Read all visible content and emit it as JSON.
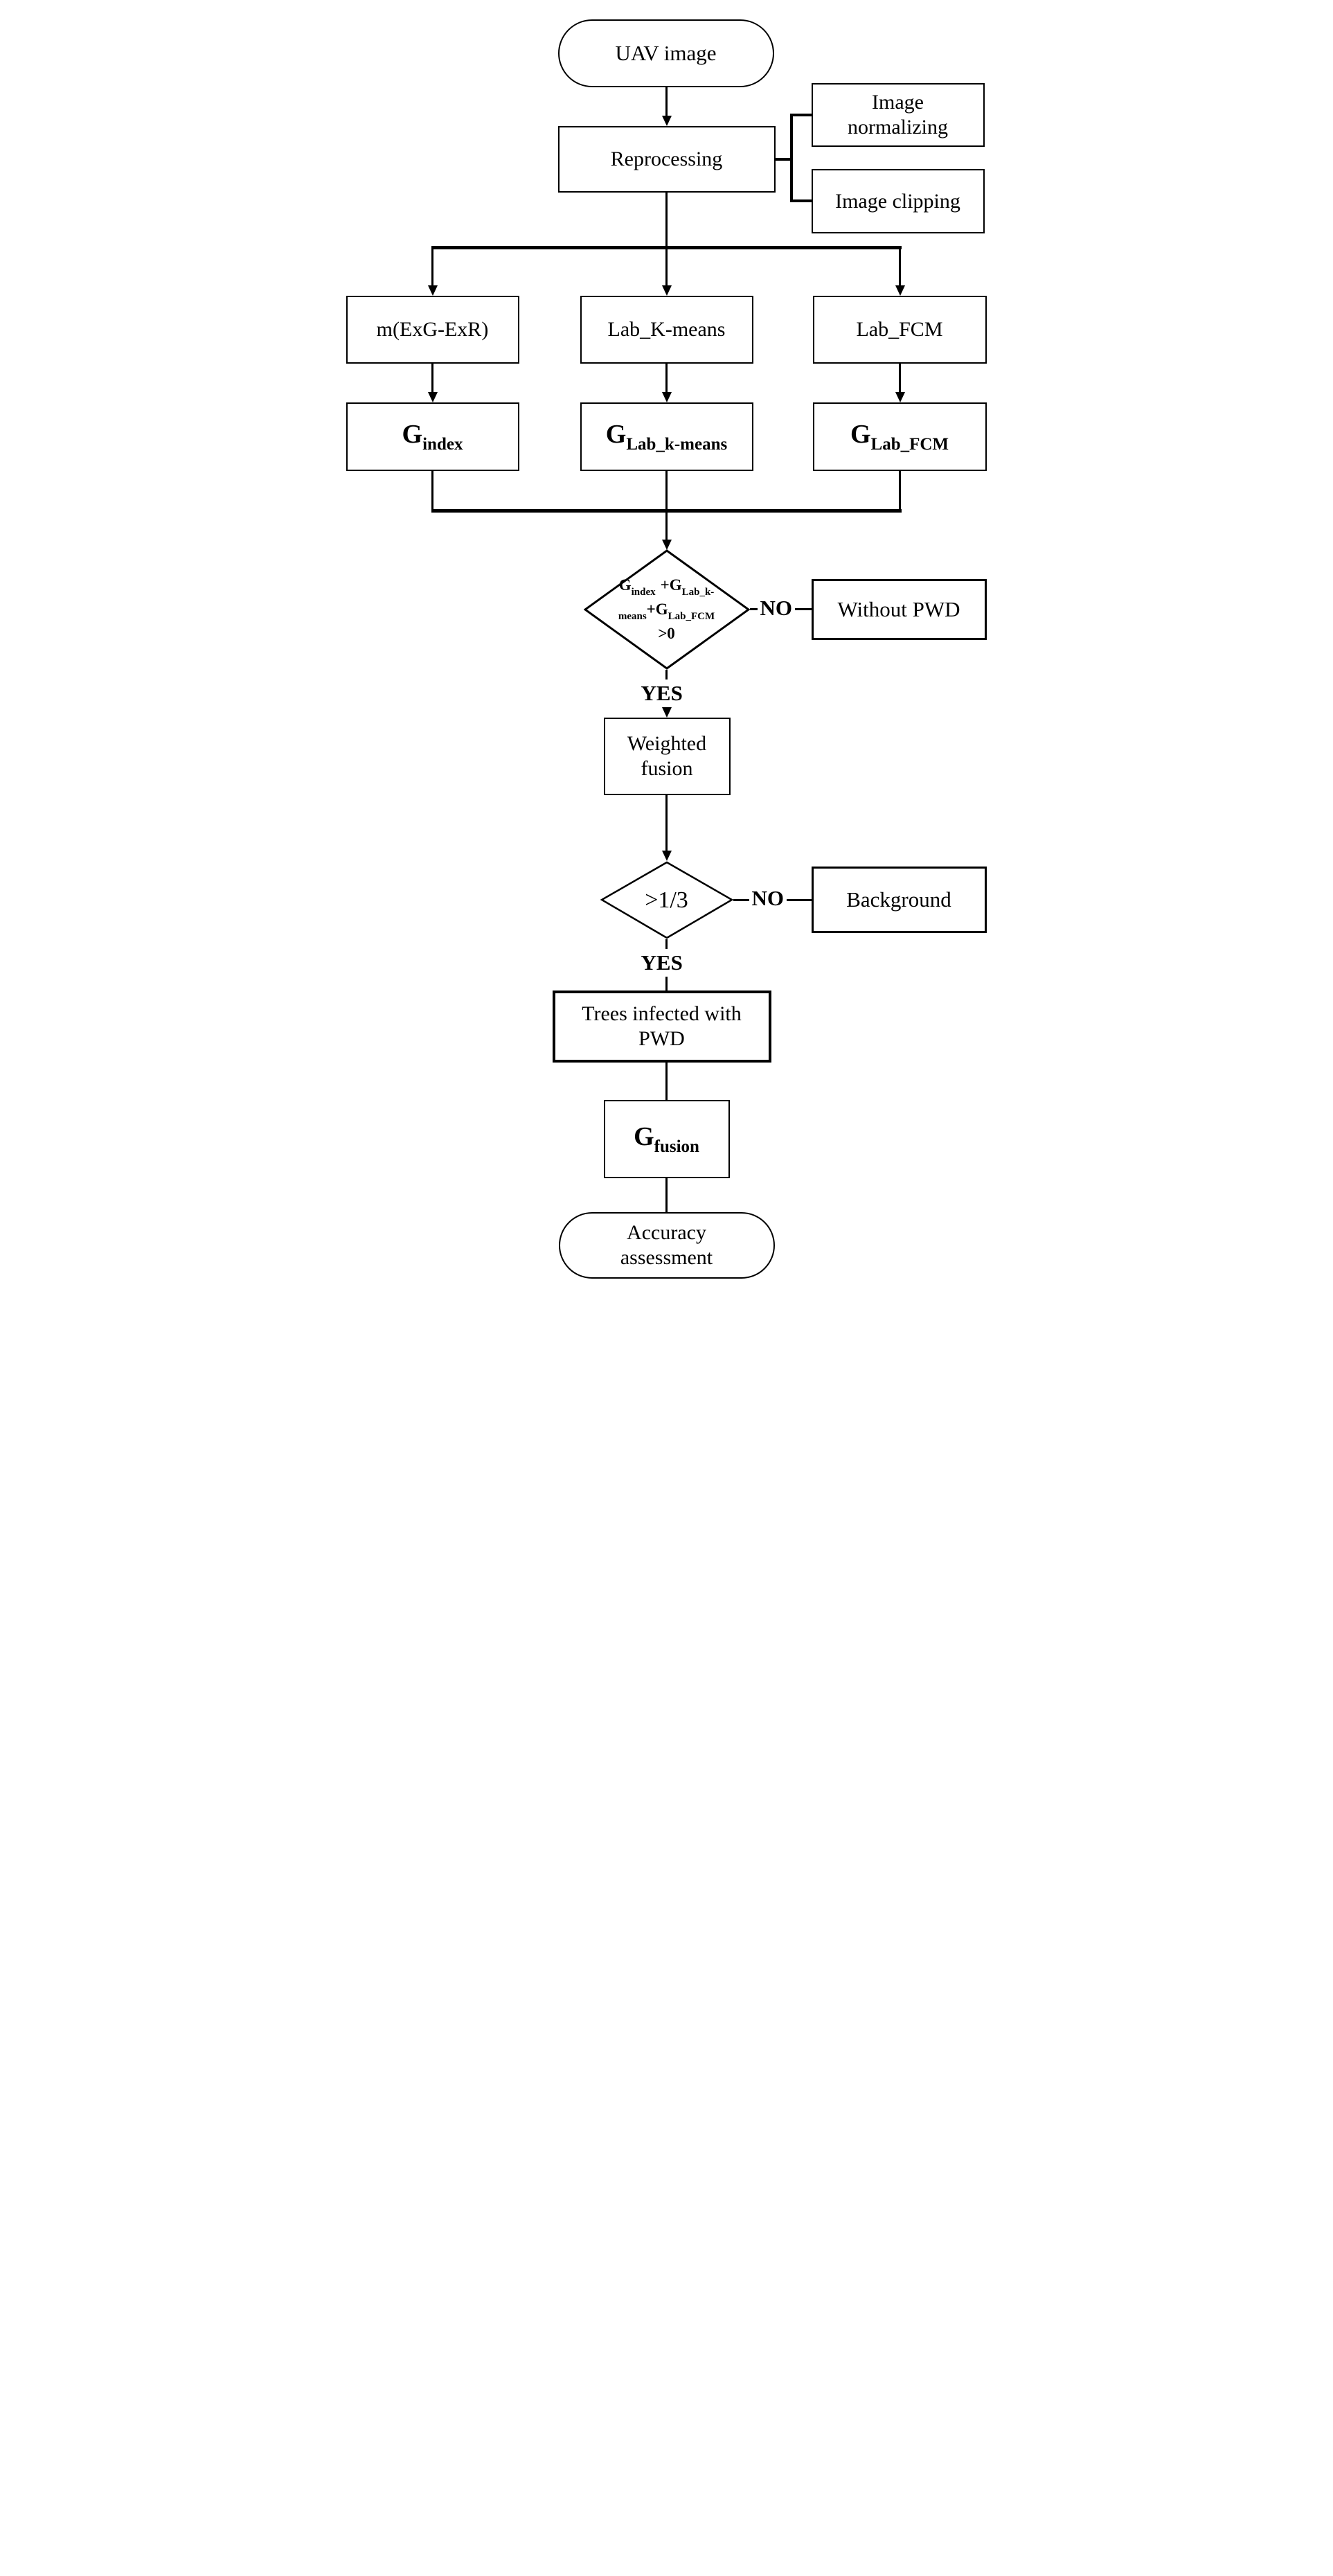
{
  "colors": {
    "ink": "#000000",
    "paper": "#ffffff"
  },
  "nodes": {
    "uav": {
      "label": "UAV image"
    },
    "reprocessing": {
      "label": "Reprocessing"
    },
    "image_normalizing": {
      "label": "Image normalizing"
    },
    "image_clipping": {
      "label": "Image clipping"
    },
    "m_exg_exr": {
      "label": "m(ExG-ExR)"
    },
    "lab_k_means": {
      "label": "Lab_K-means"
    },
    "lab_fcm": {
      "label": "Lab_FCM"
    },
    "g_index": {
      "main": "G",
      "sub": "index"
    },
    "g_lab_k_means": {
      "main": "G",
      "sub": "Lab_k-means"
    },
    "g_lab_fcm": {
      "main": "G",
      "sub": "Lab_FCM"
    },
    "decision_sum": {
      "g1": "G",
      "s1": "index",
      "op1": "+",
      "g2": "G",
      "s2": "Lab_k-",
      "s3": "means",
      "op2": "+",
      "g3": "G",
      "s4": "Lab_FCM",
      "cond": ">0"
    },
    "without_pwd": {
      "label": "Without PWD"
    },
    "weighted_fusion": {
      "label": "Weighted fusion"
    },
    "decision_third": {
      "label": ">1/3"
    },
    "background": {
      "label": "Background"
    },
    "trees_infected": {
      "label": "Trees infected with PWD"
    },
    "g_fusion": {
      "main": "G",
      "sub": "fusion"
    },
    "accuracy": {
      "label": "Accuracy assessment"
    }
  },
  "edge_labels": {
    "no1": "NO",
    "yes1": "YES",
    "no2": "NO",
    "yes2": "YES"
  }
}
